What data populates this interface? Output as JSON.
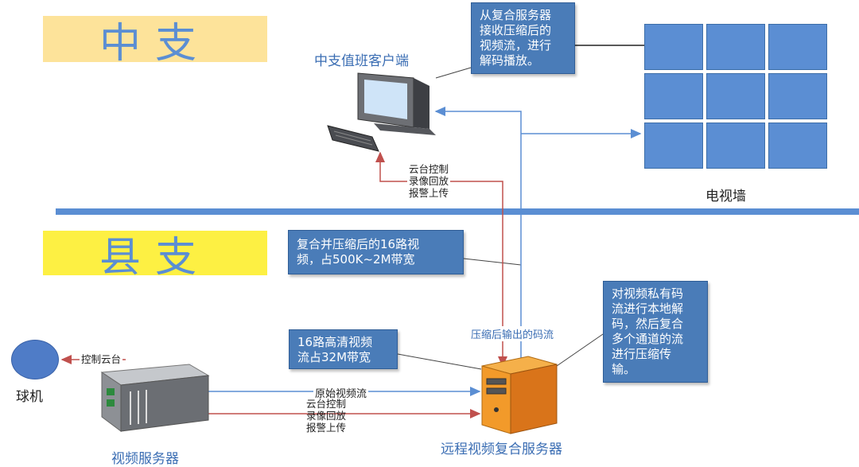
{
  "tiers": {
    "top": {
      "label": "中支",
      "color": "#fde39a"
    },
    "bottom": {
      "label": "县支",
      "color": "#fdf043"
    }
  },
  "nodes": {
    "client": "中支值班客户端",
    "tv_wall": "电视墙",
    "dome_camera": "球机",
    "video_server": "视频服务器",
    "remote_server": "远程视频复合服务器"
  },
  "callouts": {
    "client_desc": [
      "从复合服务器",
      "接收压缩后的",
      "视频流，进行",
      "解码播放。"
    ],
    "compressed_stream": [
      "复合并压缩后的16路视",
      "频，占500K~2M带宽"
    ],
    "hd_stream": [
      "16路高清视频",
      "流占32M带宽"
    ],
    "server_desc": [
      "对视频私有码",
      "流进行本地解",
      "码，然后复合",
      "多个通道的流",
      "进行压缩传",
      "输。"
    ]
  },
  "flows": {
    "ptz_camera": "控制云台",
    "raw_video": "原始视频流",
    "compressed_output": "压缩后输出的码流",
    "control_upper": [
      "云台控制",
      "录像回放",
      "报警上传"
    ],
    "control_lower": [
      "云台控制",
      "录像回放",
      "报警上传"
    ]
  },
  "colors": {
    "blue_line": "#5b8ed3",
    "red_line": "#c0504d",
    "divider": "#5b8ed3",
    "callout": "#4a7cb8"
  }
}
